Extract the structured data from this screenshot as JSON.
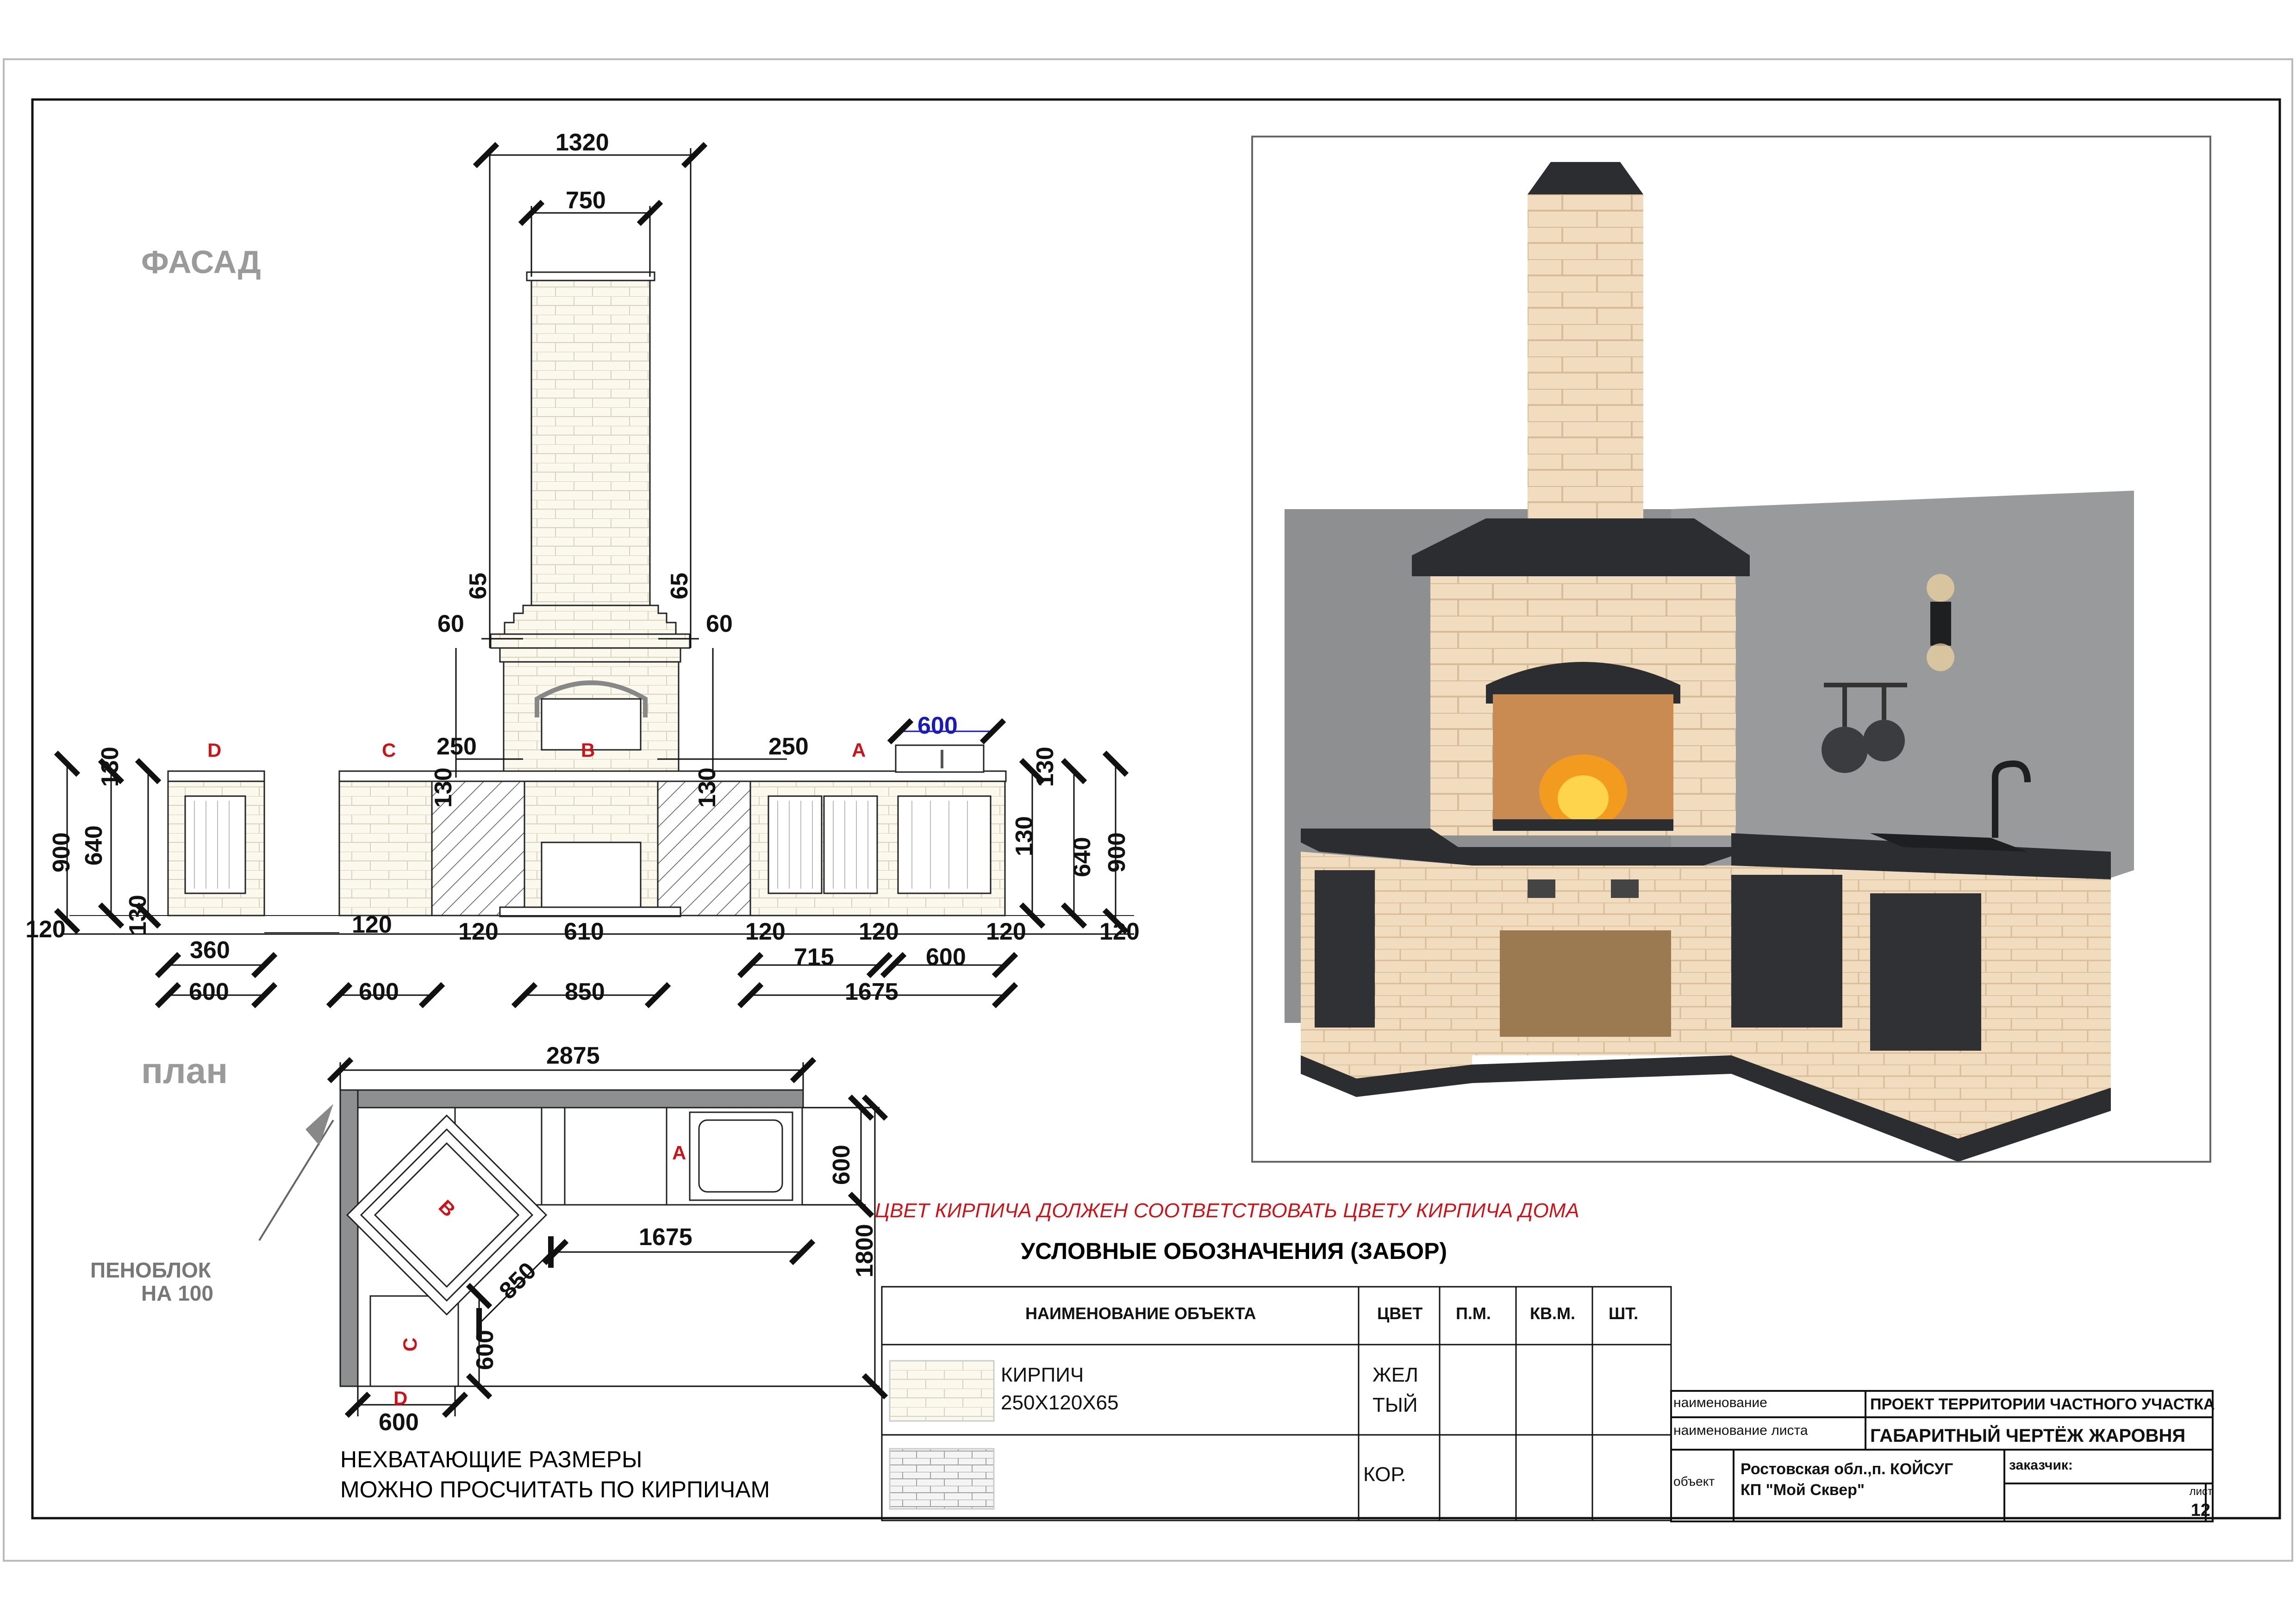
{
  "headings": {
    "facade": "ФАСАД",
    "plan": "план"
  },
  "facade": {
    "dims": {
      "d1320": "1320",
      "d750": "750",
      "d65_left": "65",
      "d65_right": "65",
      "d60_left": "60",
      "d60_right": "60",
      "d250_left": "250",
      "d250_right": "250",
      "d600_blue": "600",
      "d130_a": "130",
      "d130_b": "130",
      "d130_c": "130",
      "d130_d": "130",
      "d130_e": "130",
      "d130_f": "130",
      "d900_left": "900",
      "d900_right": "900",
      "d640_left": "640",
      "d640_right": "640",
      "d120_a": "120",
      "d120_b": "120",
      "d120_c": "120",
      "d120_d": "120",
      "d120_e": "120",
      "d120_f": "120",
      "d120_g": "120",
      "d360": "360",
      "d610": "610",
      "d715": "715",
      "d600_mid": "600",
      "d600_a": "600",
      "d600_b": "600",
      "d850": "850",
      "d1675": "1675"
    },
    "labels": {
      "D": "D",
      "C": "C",
      "B": "B",
      "A": "A"
    }
  },
  "plan": {
    "dims": {
      "d2875": "2875",
      "d1675": "1675",
      "d1800": "1800",
      "d600_right": "600",
      "d850": "850",
      "d600_diag": "600",
      "d600_bottom": "600"
    },
    "labels": {
      "A": "A",
      "B": "B",
      "C": "C",
      "D": "D"
    },
    "foam_block_line1": "ПЕНОБЛОК",
    "foam_block_line2": "НА 100",
    "missing_dims_line1": "НЕХВАТАЮЩИЕ  РАЗМЕРЫ",
    "missing_dims_line2": "МОЖНО ПРОСЧИТАТЬ ПО КИРПИЧАМ"
  },
  "brick_note": "ЦВЕТ КИРПИЧА ДОЛЖЕН СООТВЕТСТВОВАТЬ ЦВЕТУ КИРПИЧА ДОМА",
  "legend": {
    "title": "УСЛОВНЫЕ ОБОЗНАЧЕНИЯ (ЗАБОР)",
    "columns": [
      "НАИМЕНОВАНИЕ ОБЪЕКТА",
      "ЦВЕТ",
      "П.М.",
      "КВ.М.",
      "ШТ."
    ],
    "rows": [
      {
        "name_line1": "КИРПИЧ",
        "name_line2": "250Х120Х65",
        "color_line1": "ЖЕЛ",
        "color_line2": "ТЫЙ"
      },
      {
        "name_line1": "",
        "name_line2": "",
        "color_line1": "КОР.",
        "color_line2": ""
      }
    ]
  },
  "title_block": {
    "name_label": "наименование",
    "name_value": "ПРОЕКТ ТЕРРИТОРИИ ЧАСТНОГО УЧАСТКА",
    "sheet_name_label": "наименование листа",
    "sheet_name_value": "ГАБАРИТНЫЙ ЧЕРТЁЖ ЖАРОВНЯ",
    "object_label": "объект",
    "object_line1": "Ростовская обл.,п. КОЙСУГ",
    "object_line2": "КП \"Мой Сквер\"",
    "client_label": "заказчик:",
    "sheet_label": "лист",
    "sheet_number": "12"
  },
  "colors": {
    "brick": "#f0dcc0",
    "brick_line": "#d9c2a0",
    "wall": "#8d8f90",
    "dark": "#2b2d30",
    "accent_red": "#c8151b",
    "accent_blue": "#1a1ab5",
    "heading_gray": "#9a9a9a"
  }
}
